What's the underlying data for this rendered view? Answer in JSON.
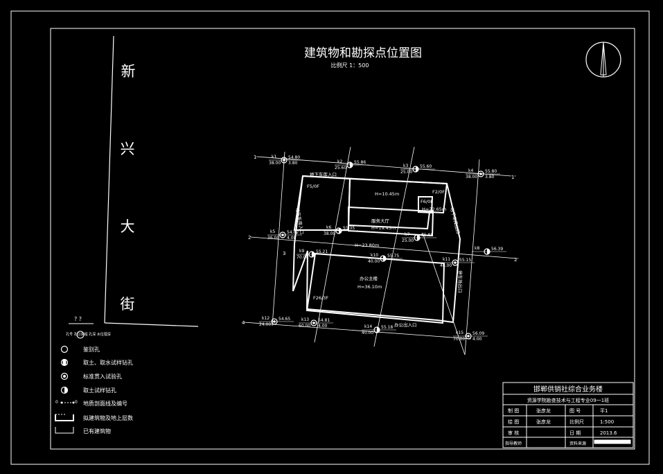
{
  "title": "建筑物和勘探点位置图",
  "scale": "比例尺 1：500",
  "street": [
    "新",
    "兴",
    "大",
    "街"
  ],
  "building_labels": {
    "basement_entrance": "地下车库入口",
    "basement_exit": "地下车库出口",
    "parking_exit": "停车场出口",
    "office_entrance": "办公出入口",
    "hall": "服务大厅",
    "main_building": "办公主楼",
    "h_upper": "H=10.45m",
    "h_hall": "H=19.45m",
    "h_right": "H=22.65m",
    "h_mid": "H=23.80m",
    "h_main": "H=36.10m",
    "f_topleft": "F5/0F",
    "f_topright": "F2/0F",
    "f_mid": "F6/0F",
    "f_main": "F26/3F",
    "side_left": "地下车库入口"
  },
  "axis_labels": [
    "1",
    "2",
    "3",
    "4",
    "1'",
    "2'"
  ],
  "boreholes": [
    {
      "id": "k1",
      "depth": "38.00",
      "elev": "54.80",
      "water": "3.80"
    },
    {
      "id": "k2",
      "depth": "25.60",
      "elev": "55.86"
    },
    {
      "id": "k3",
      "depth": "25.00",
      "elev": "55.60"
    },
    {
      "id": "k4",
      "depth": "38.00",
      "elev": "55.80",
      "water": "3.80"
    },
    {
      "id": "k5",
      "depth": "36.00",
      "elev": "54.82",
      "water": "4.00"
    },
    {
      "id": "k6",
      "depth": "38.00",
      "elev": "55.35"
    },
    {
      "id": "k7",
      "depth": "25.00",
      "elev": "55.88"
    },
    {
      "id": "k8",
      "depth": "",
      "elev": "56.39"
    },
    {
      "id": "k9",
      "depth": "70.00",
      "elev": "55.21"
    },
    {
      "id": "k10",
      "depth": "40.00",
      "elev": "55.75"
    },
    {
      "id": "k11",
      "depth": "48.00",
      "elev": "55.15"
    },
    {
      "id": "k12",
      "depth": "24.00",
      "elev": "54.65"
    },
    {
      "id": "k13",
      "depth": "60.00",
      "elev": "54.81",
      "water": "4.00"
    },
    {
      "id": "k14",
      "depth": "40.00",
      "elev": "55.18"
    },
    {
      "id": "k15",
      "depth": "70.00",
      "elev": "56.09",
      "water": "4.00"
    }
  ],
  "legend": {
    "header": "? ?",
    "header_sub": "孔号 孔口高程\n孔深 水位埋深",
    "items": [
      "鉴别孔",
      "取土、取水试样钻孔",
      "标准贯入试验孔",
      "取土试样钻孔",
      "地质剖面线及编号",
      "拟建筑物及地上层数",
      "已有建筑物"
    ]
  },
  "title_block": {
    "project": "邯郸供销社综合业务楼",
    "class": "资源学院勘查技术与工程专业09一1班",
    "rows": [
      [
        "制  图",
        "张彦龙",
        "图  号",
        "平1"
      ],
      [
        "绘  图",
        "张彦龙",
        "比例尺",
        "1:500"
      ],
      [
        "审  核",
        "",
        "日  期",
        "2013.6"
      ]
    ],
    "advisor": "指导教师",
    "sheet_label": "资料来源"
  }
}
